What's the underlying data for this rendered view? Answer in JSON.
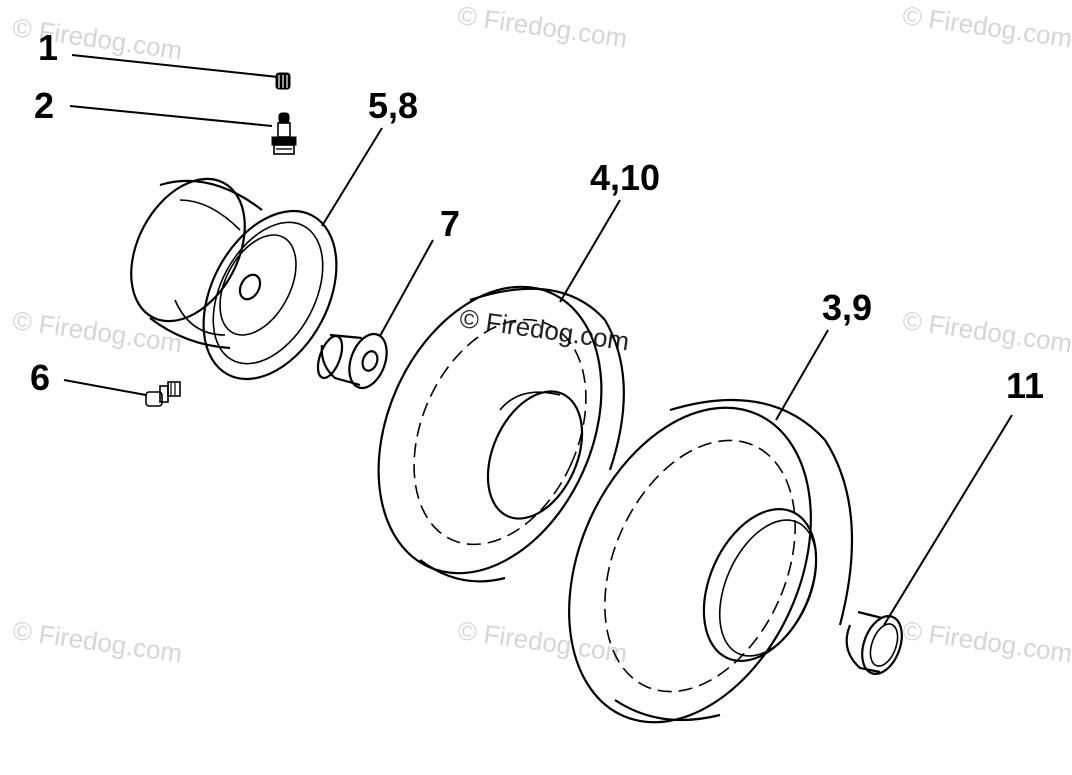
{
  "watermark": {
    "text": "© Firedog.com",
    "repeat": [
      "© Firedog.com",
      "© Firedog.com",
      "© Firedog.com",
      "© Firedog.com",
      "© Firedog.com",
      "© Firedog.com",
      "© Firedog.com",
      "© Firedog.com"
    ]
  },
  "callouts": {
    "c1": "1",
    "c2": "2",
    "c58": "5,8",
    "c7": "7",
    "c410": "4,10",
    "c39": "3,9",
    "c6": "6",
    "c11": "11"
  },
  "colors": {
    "line": "#000000",
    "watermark": "#b3b3b3",
    "background": "#ffffff"
  },
  "icons": {
    "parts": [
      "valve-cap-icon",
      "valve-stem-icon",
      "wheel-rim-icon",
      "bushing-icon",
      "front-tire-icon",
      "rear-tire-icon",
      "grease-fitting-icon",
      "hub-cap-icon"
    ]
  }
}
